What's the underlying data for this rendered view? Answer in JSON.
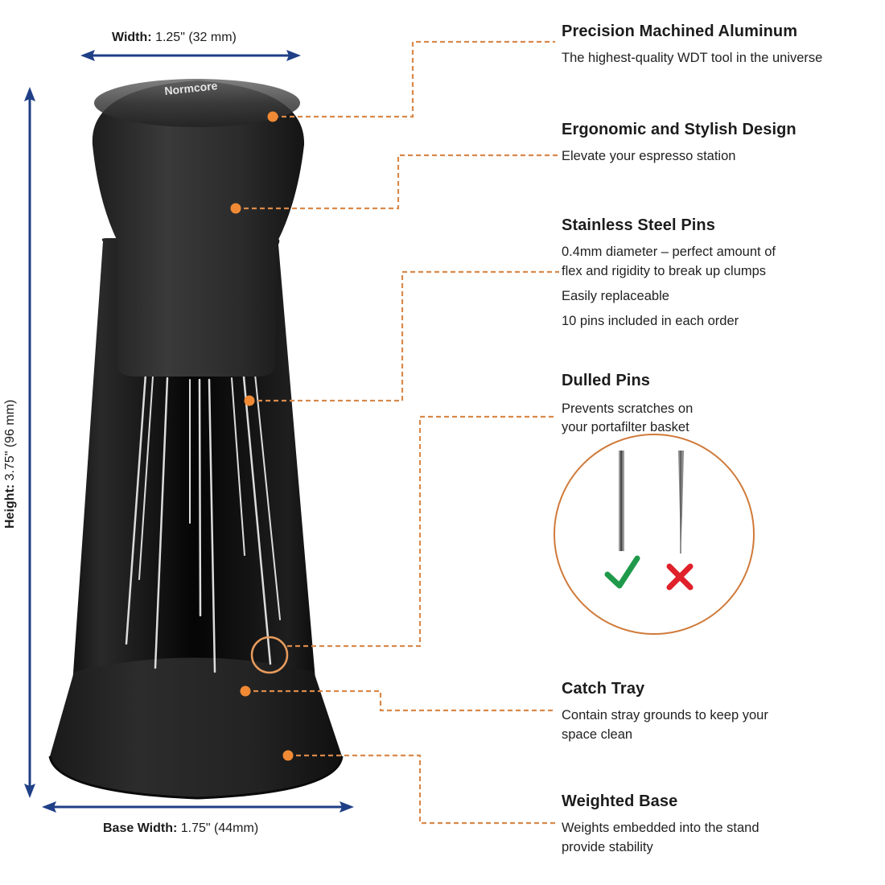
{
  "dimensions": {
    "width": {
      "label": "Width:",
      "value": "1.25\" (32 mm)"
    },
    "height": {
      "label": "Height:",
      "value": "3.75\" (96 mm)"
    },
    "base_width": {
      "label": "Base Width:",
      "value": "1.75\" (44mm)"
    }
  },
  "features": [
    {
      "title": "Precision Machined Aluminum",
      "lines": [
        "The highest-quality WDT tool in the universe"
      ]
    },
    {
      "title": "Ergonomic and Stylish Design",
      "lines": [
        "Elevate your espresso station"
      ]
    },
    {
      "title": "Stainless Steel Pins",
      "lines": [
        "0.4mm diameter – perfect amount of",
        "flex and rigidity to break up clumps",
        "Easily replaceable",
        "10 pins included in each order"
      ]
    },
    {
      "title": "Dulled Pins",
      "lines": [
        "Prevents scratches on",
        "your portafilter basket"
      ]
    },
    {
      "title": "Catch Tray",
      "lines": [
        "Contain stray grounds to keep your",
        "space clean"
      ]
    },
    {
      "title": "Weighted Base",
      "lines": [
        "Weights embedded into the stand",
        "provide stability"
      ]
    }
  ],
  "comparison": {
    "good": "check-mark",
    "bad": "x-mark"
  },
  "colors": {
    "accent_orange": "#f08a35",
    "leader_line": "#d9894a",
    "arrow_blue": "#1f3f86",
    "check_green": "#1f9a4a",
    "x_red": "#e0202a",
    "product_black": "#151515"
  }
}
